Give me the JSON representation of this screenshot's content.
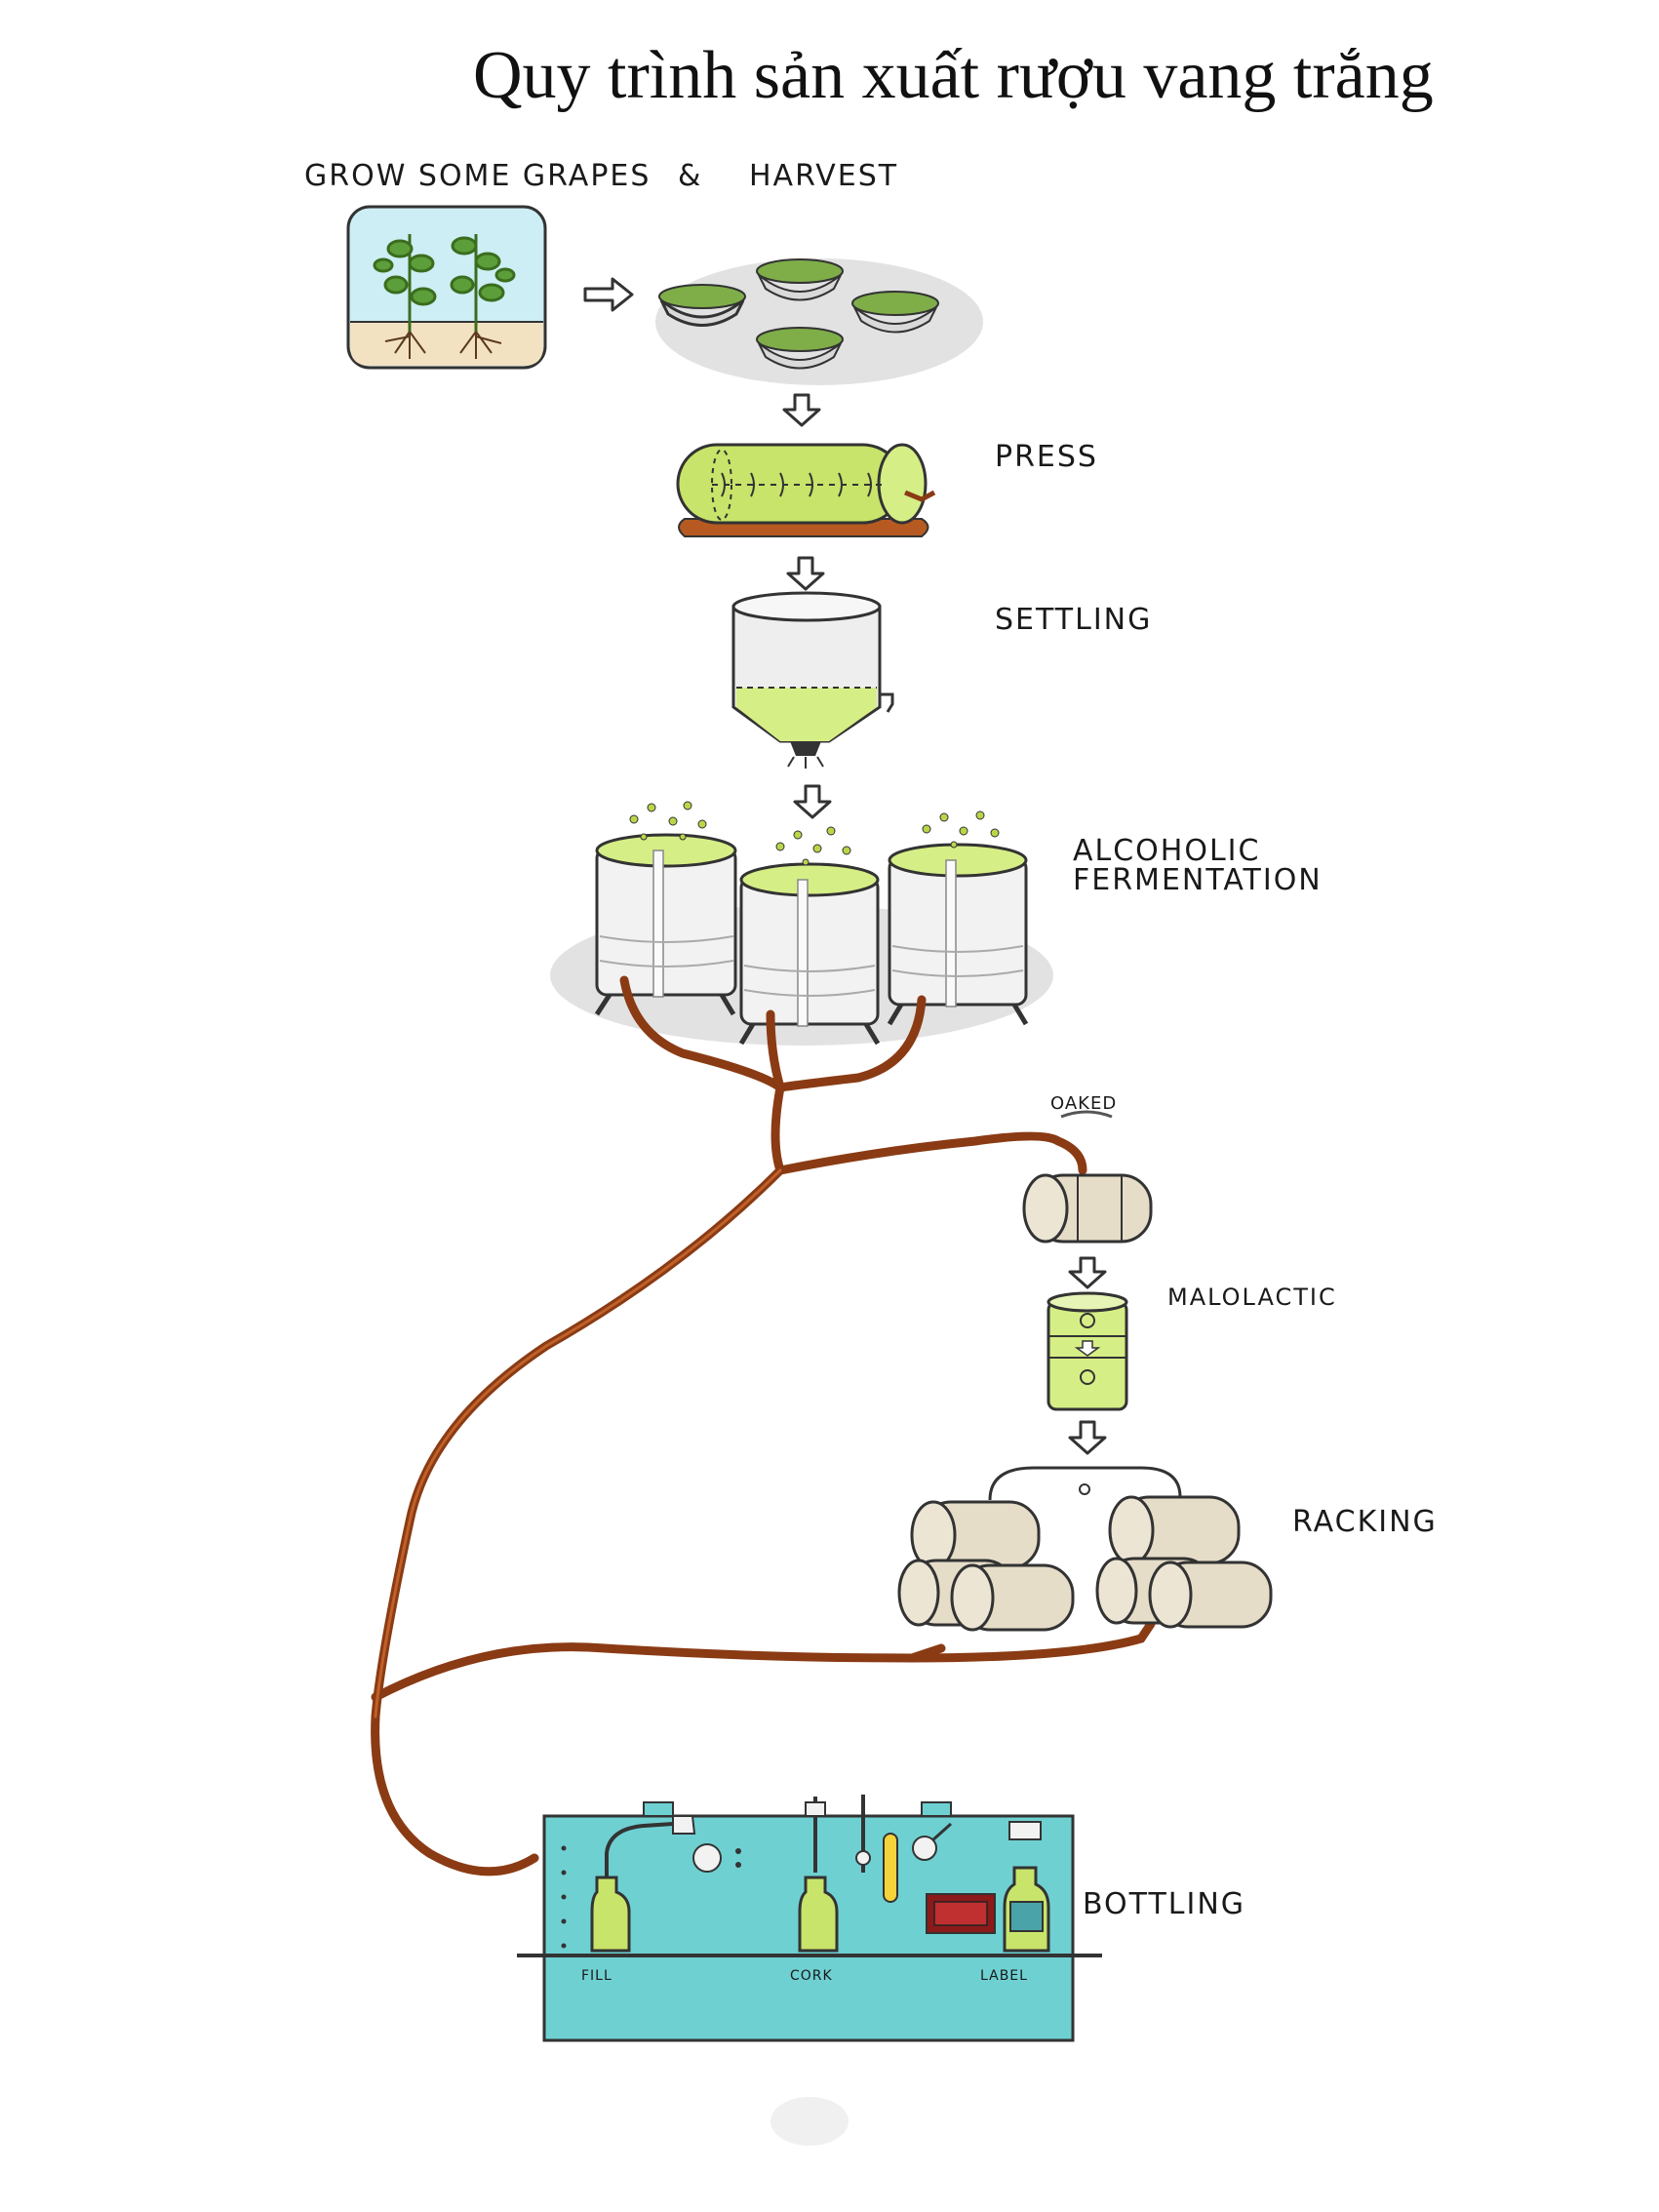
{
  "title": "Quy trình sản xuất rượu vang trắng",
  "labels": {
    "grow": "GROW SOME GRAPES",
    "amp": "&",
    "harvest": "HARVEST",
    "press": "PRESS",
    "settling": "SETTLING",
    "fermentation_1": "ALCOHOLIC",
    "fermentation_2": "FERMENTATION",
    "oaked": "OAKED",
    "malolactic": "MALOLACTIC",
    "racking": "RACKING",
    "bottling": "BOTTLING",
    "fill": "FILL",
    "cork": "CORK",
    "label": "LABEL"
  },
  "colors": {
    "pipe": "#8a3b14",
    "grape_green": "#c8e46a",
    "machine_teal": "#6fd0d2",
    "barrel": "#e6ddc9",
    "platform": "#e2e2e2"
  },
  "icons": [
    "vineyard-illustration",
    "harvest-baskets",
    "wine-press",
    "settling-tank",
    "fermentation-tanks",
    "oak-barrel",
    "malolactic-tanks",
    "racking-barrels",
    "bottling-machine"
  ]
}
